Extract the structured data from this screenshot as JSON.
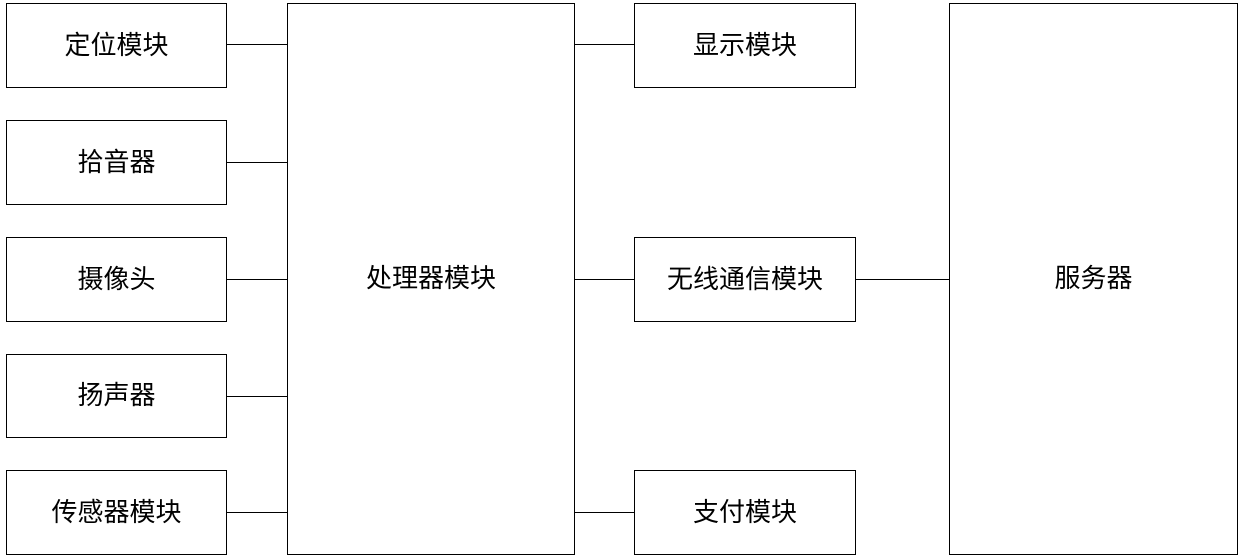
{
  "diagram": {
    "left_modules": {
      "positioning": "定位模块",
      "microphone": "拾音器",
      "camera": "摄像头",
      "speaker": "扬声器",
      "sensor": "传感器模块"
    },
    "processor": "处理器模块",
    "right_modules": {
      "display": "显示模块",
      "wireless": "无线通信模块",
      "payment": "支付模块"
    },
    "server": "服务器"
  }
}
